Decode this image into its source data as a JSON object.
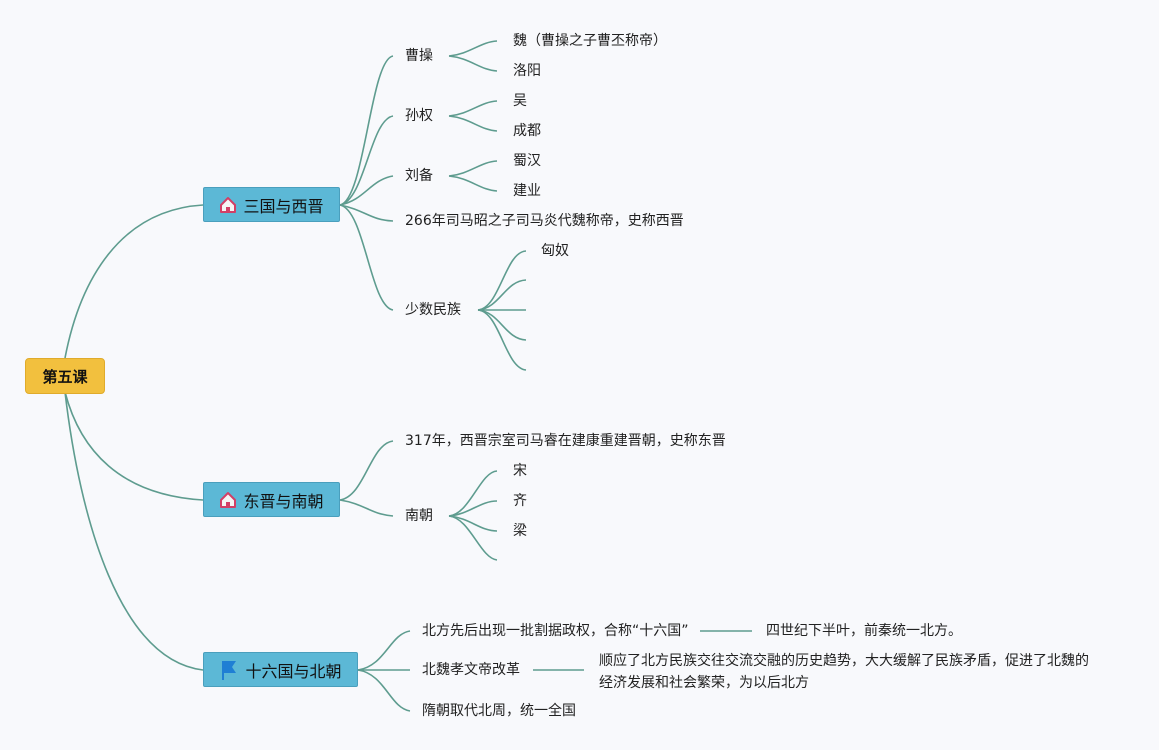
{
  "colors": {
    "link": "#5e9c8f",
    "root_bg": "#f2c03e",
    "topic_bg": "#5cb8d6",
    "house_icon": "#d23f66",
    "flag_icon": "#1f7fd4"
  },
  "root": {
    "label": "第五课"
  },
  "topics": {
    "t1": {
      "label": "三国与西晋",
      "icon": "house-icon"
    },
    "t2": {
      "label": "东晋与南朝",
      "icon": "house-icon"
    },
    "t3": {
      "label": "十六国与北朝",
      "icon": "flag-icon"
    }
  },
  "t1": {
    "caocao": "曹操",
    "wei": "魏（曹操之子曹丕称帝）",
    "luoyang": "洛阳",
    "sunquan": "孙权",
    "wu": "吴",
    "chengdu": "成都",
    "liubei": "刘备",
    "shuhan": "蜀汉",
    "jianye": "建业",
    "xijin": "266年司马昭之子司马炎代魏称帝，史称西晋",
    "minority": "少数民族",
    "xiongnu": "匈奴"
  },
  "t2": {
    "dongjin": "317年，西晋宗室司马睿在建康重建晋朝，史称东晋",
    "nanchao": "南朝",
    "song": "宋",
    "qi": "齐",
    "liang": "梁"
  },
  "t3": {
    "sixteen": "北方先后出现一批割据政权，合称“十六国”",
    "qianqin": "四世纪下半叶，前秦统一北方。",
    "reform": "北魏孝文帝改革",
    "reform_effect": "顺应了北方民族交往交流交融的历史趋势，大大缓解了民族矛盾，促进了北魏的经济发展和社会繁荣，为以后北方",
    "sui": "隋朝取代北周，统一全国"
  }
}
